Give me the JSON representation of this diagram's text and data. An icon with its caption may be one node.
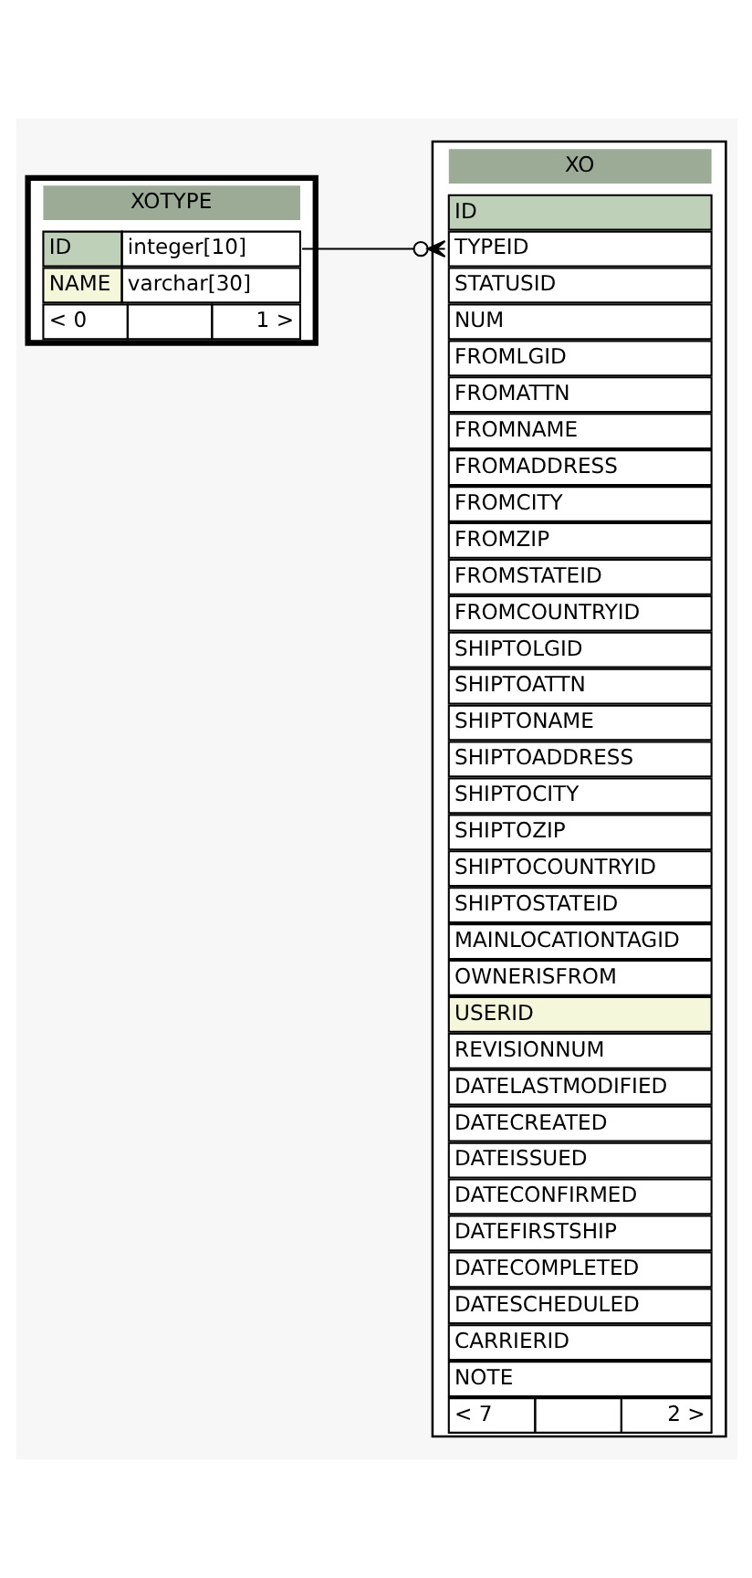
{
  "diagram": {
    "nodes": [
      {
        "text": [
          "XOTYPE"
        ]
      },
      {
        "text": [
          "ID",
          "integer[10]"
        ],
        "in": 0
      },
      {
        "text": [
          "NAME",
          "varchar[30]"
        ],
        "in": 0
      },
      {
        "text": [
          "< 0",
          "1 >"
        ],
        "in": 0
      },
      {
        "text": [
          "XO"
        ]
      },
      {
        "text": [
          "ID"
        ],
        "in": 4
      },
      {
        "text": [
          "TYPEID"
        ],
        "in": 4
      },
      {
        "text": [
          "STATUSID"
        ],
        "in": 4
      },
      {
        "text": [
          "NUM"
        ],
        "in": 4
      },
      {
        "text": [
          "FROMLGID"
        ],
        "in": 4
      },
      {
        "text": [
          "FROMATTN"
        ],
        "in": 4
      },
      {
        "text": [
          "FROMNAME"
        ],
        "in": 4
      },
      {
        "text": [
          "FROMADDRESS"
        ],
        "in": 4
      },
      {
        "text": [
          "FROMCITY"
        ],
        "in": 4
      },
      {
        "text": [
          "FROMZIP"
        ],
        "in": 4
      },
      {
        "text": [
          "FROMSTATEID"
        ],
        "in": 4
      },
      {
        "text": [
          "FROMCOUNTRYID"
        ],
        "in": 4
      },
      {
        "text": [
          "SHIPTOLGID"
        ],
        "in": 4
      },
      {
        "text": [
          "SHIPTOATTN"
        ],
        "in": 4
      },
      {
        "text": [
          "SHIPTONAME"
        ],
        "in": 4
      },
      {
        "text": [
          "SHIPTOADDRESS"
        ],
        "in": 4
      },
      {
        "text": [
          "SHIPTOCITY"
        ],
        "in": 4
      },
      {
        "text": [
          "SHIPTOZIP"
        ],
        "in": 4
      },
      {
        "text": [
          "SHIPTOCOUNTRYID"
        ],
        "in": 4
      },
      {
        "text": [
          "SHIPTOSTATEID"
        ],
        "in": 4
      },
      {
        "text": [
          "MAINLOCATIONTAGID"
        ],
        "in": 4
      },
      {
        "text": [
          "OWNERISFROM"
        ],
        "in": 4
      },
      {
        "text": [
          "USERID"
        ],
        "in": 4
      },
      {
        "text": [
          "REVISIONNUM"
        ],
        "in": 4
      },
      {
        "text": [
          "DATELASTMODIFIED"
        ],
        "in": 4
      },
      {
        "text": [
          "DATECREATED"
        ],
        "in": 4
      },
      {
        "text": [
          "DATEISSUED"
        ],
        "in": 4
      },
      {
        "text": [
          "DATECONFIRMED"
        ],
        "in": 4
      },
      {
        "text": [
          "DATEFIRSTSHIP"
        ],
        "in": 4
      },
      {
        "text": [
          "DATECOMPLETED"
        ],
        "in": 4
      },
      {
        "text": [
          "DATESCHEDULED"
        ],
        "in": 4
      },
      {
        "text": [
          "CARRIERID"
        ],
        "in": 4
      },
      {
        "text": [
          "NOTE"
        ],
        "in": 4
      },
      {
        "text": [
          "< 7",
          "2 >"
        ],
        "in": 4
      }
    ],
    "edges": [
      {
        "from": 1,
        "to": 6,
        "arrow": "other"
      }
    ]
  }
}
